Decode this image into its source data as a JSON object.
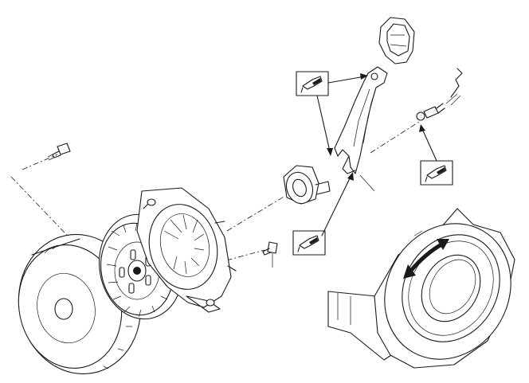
{
  "diagram": {
    "type": "exploded-view",
    "subject": "clutch assembly",
    "parts": [
      "flywheel",
      "clutch-disc",
      "pressure-plate",
      "release-bearing",
      "release-fork",
      "dust-boot",
      "pivot-stud",
      "bolt",
      "release-bearing-detail"
    ],
    "symbols": [
      {
        "name": "grease-apply-symbol",
        "count": 3
      },
      {
        "name": "rotation-arrow",
        "count": 1
      }
    ]
  }
}
